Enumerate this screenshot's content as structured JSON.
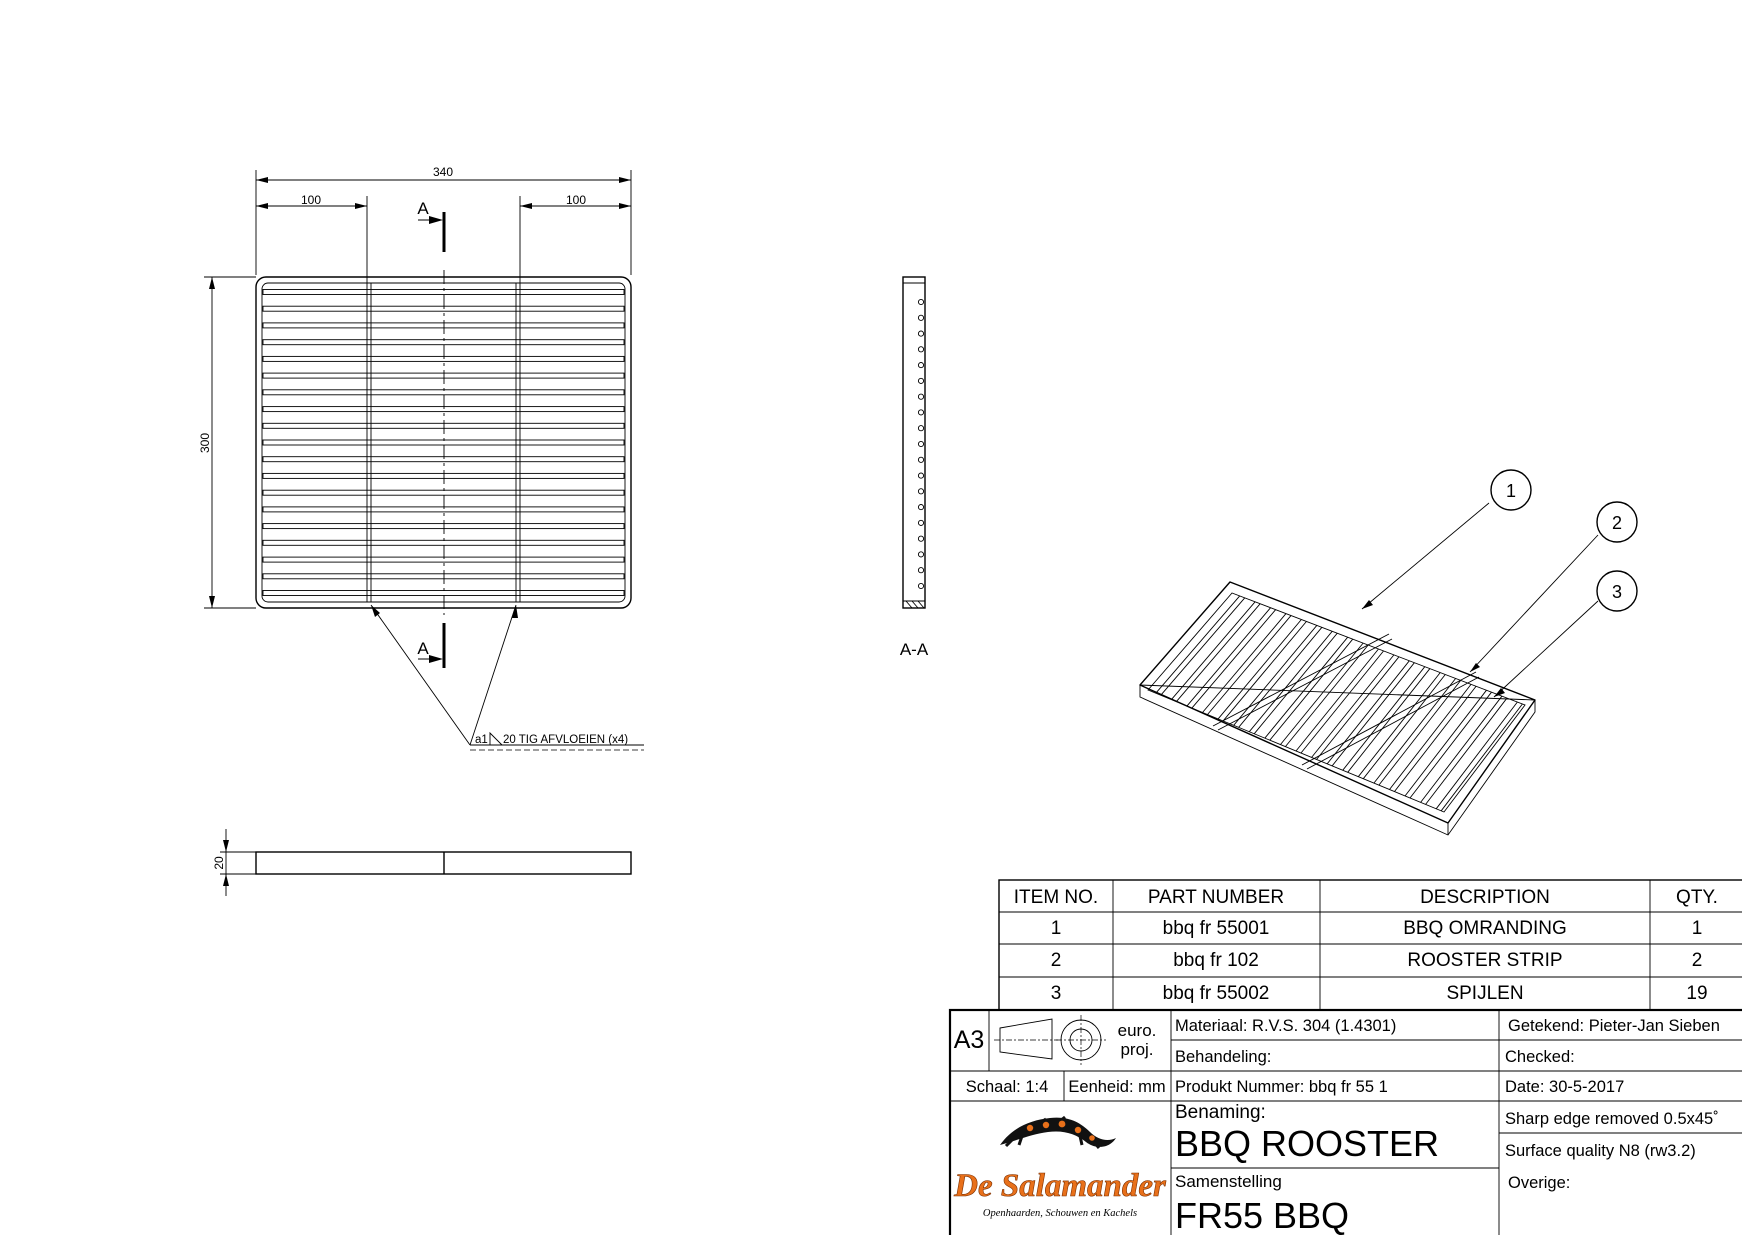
{
  "drawing": {
    "dims": {
      "width_total": "340",
      "left_offset": "100",
      "right_offset": "100",
      "height": "300",
      "thickness": "20"
    },
    "section_marks": {
      "top": "A",
      "bottom": "A",
      "section_label": "A-A"
    },
    "weld_note": {
      "size": "a1",
      "text": "20 TIG  AFVLOEIEN (x4)"
    },
    "balloons": [
      "1",
      "2",
      "3"
    ]
  },
  "bom": {
    "headers": [
      "ITEM NO.",
      "PART NUMBER",
      "DESCRIPTION",
      "QTY."
    ],
    "rows": [
      {
        "item": "1",
        "part": "bbq fr 55001",
        "desc": "BBQ OMRANDING",
        "qty": "1"
      },
      {
        "item": "2",
        "part": "bbq fr 102",
        "desc": "ROOSTER STRIP",
        "qty": "2"
      },
      {
        "item": "3",
        "part": "bbq fr 55002",
        "desc": "SPIJLEN",
        "qty": "19"
      }
    ]
  },
  "title_block": {
    "sheet_size": "A3",
    "projection": "euro. proj.",
    "projection_1": "euro.",
    "projection_2": "proj.",
    "scale": "Schaal: 1:4",
    "unit": "Eenheid: mm",
    "material": "Materiaal: R.V.S. 304 (1.4301)",
    "treatment": "Behandeling:",
    "product_number": "Produkt Nummer: bbq fr 55 1",
    "drawn_by": "Getekend: Pieter-Jan Sieben",
    "checked": "Checked:",
    "date": "Date: 30-5-2017",
    "edge_note": "Sharp edge removed 0.5x45˚",
    "surface_note": "Surface quality N8 (rw3.2)",
    "other": "Overige:",
    "name_label": "Benaming:",
    "name": "BBQ ROOSTER",
    "assembly_label": "Samenstelling",
    "assembly": "FR55 BBQ",
    "logo_name": "De Salamander",
    "logo_tagline": "Openhaarden, Schouwen en Kachels"
  }
}
